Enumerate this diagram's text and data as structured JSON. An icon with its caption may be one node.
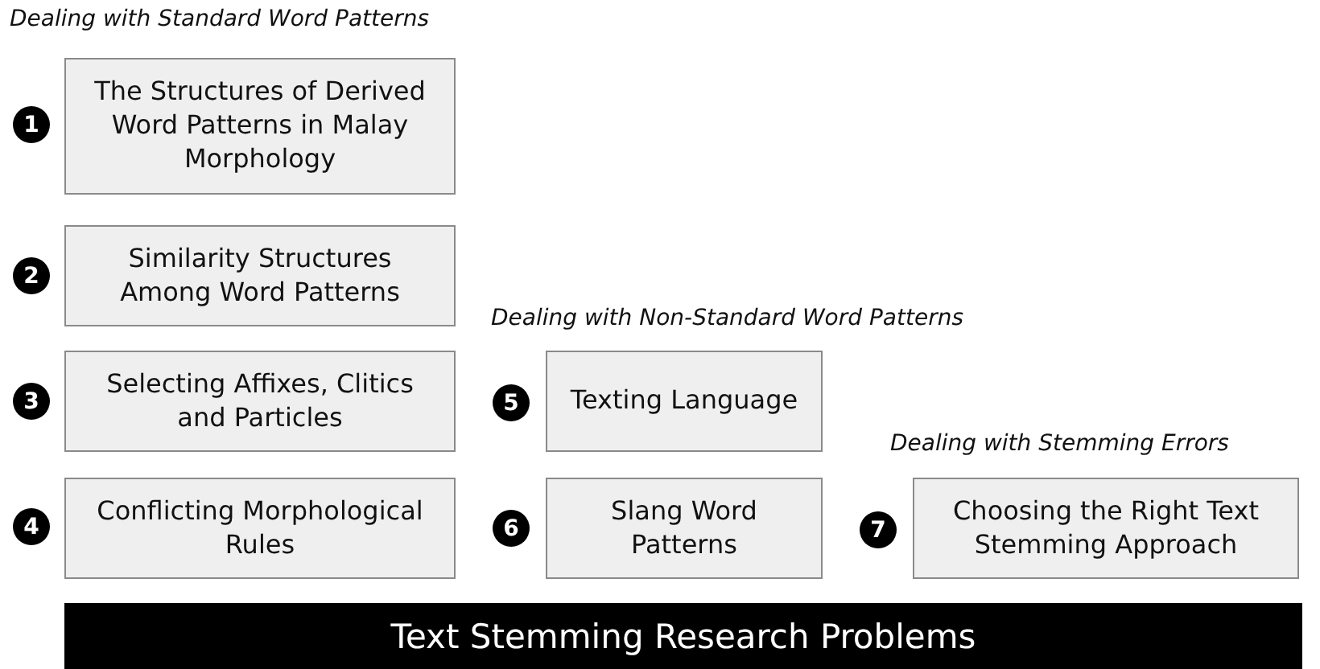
{
  "diagram": {
    "nodes": [
      {
        "text": [
          "The Structures of Derived Word Patterns in Malay Morphology"
        ]
      },
      {
        "text": [
          "Similarity Structures Among Word Patterns"
        ]
      },
      {
        "text": [
          "Selecting Affixes, Clitics and Particles"
        ]
      },
      {
        "text": [
          "Texting Language"
        ]
      },
      {
        "text": [
          "Conflicting Morphological Rules"
        ]
      },
      {
        "text": [
          "Slang Word Patterns"
        ]
      },
      {
        "text": [
          "Choosing the Right Text Stemming Approach"
        ]
      },
      {
        "text": [
          "Text Stemming Research Problems"
        ]
      }
    ],
    "edges": [],
    "labels": [
      "Dealing with Standard Word Patterns",
      "1",
      "2",
      "Dealing with Non-Standard Word Patterns",
      "3",
      "5",
      "Dealing with Stemming Errors",
      "4",
      "6",
      "7"
    ]
  }
}
